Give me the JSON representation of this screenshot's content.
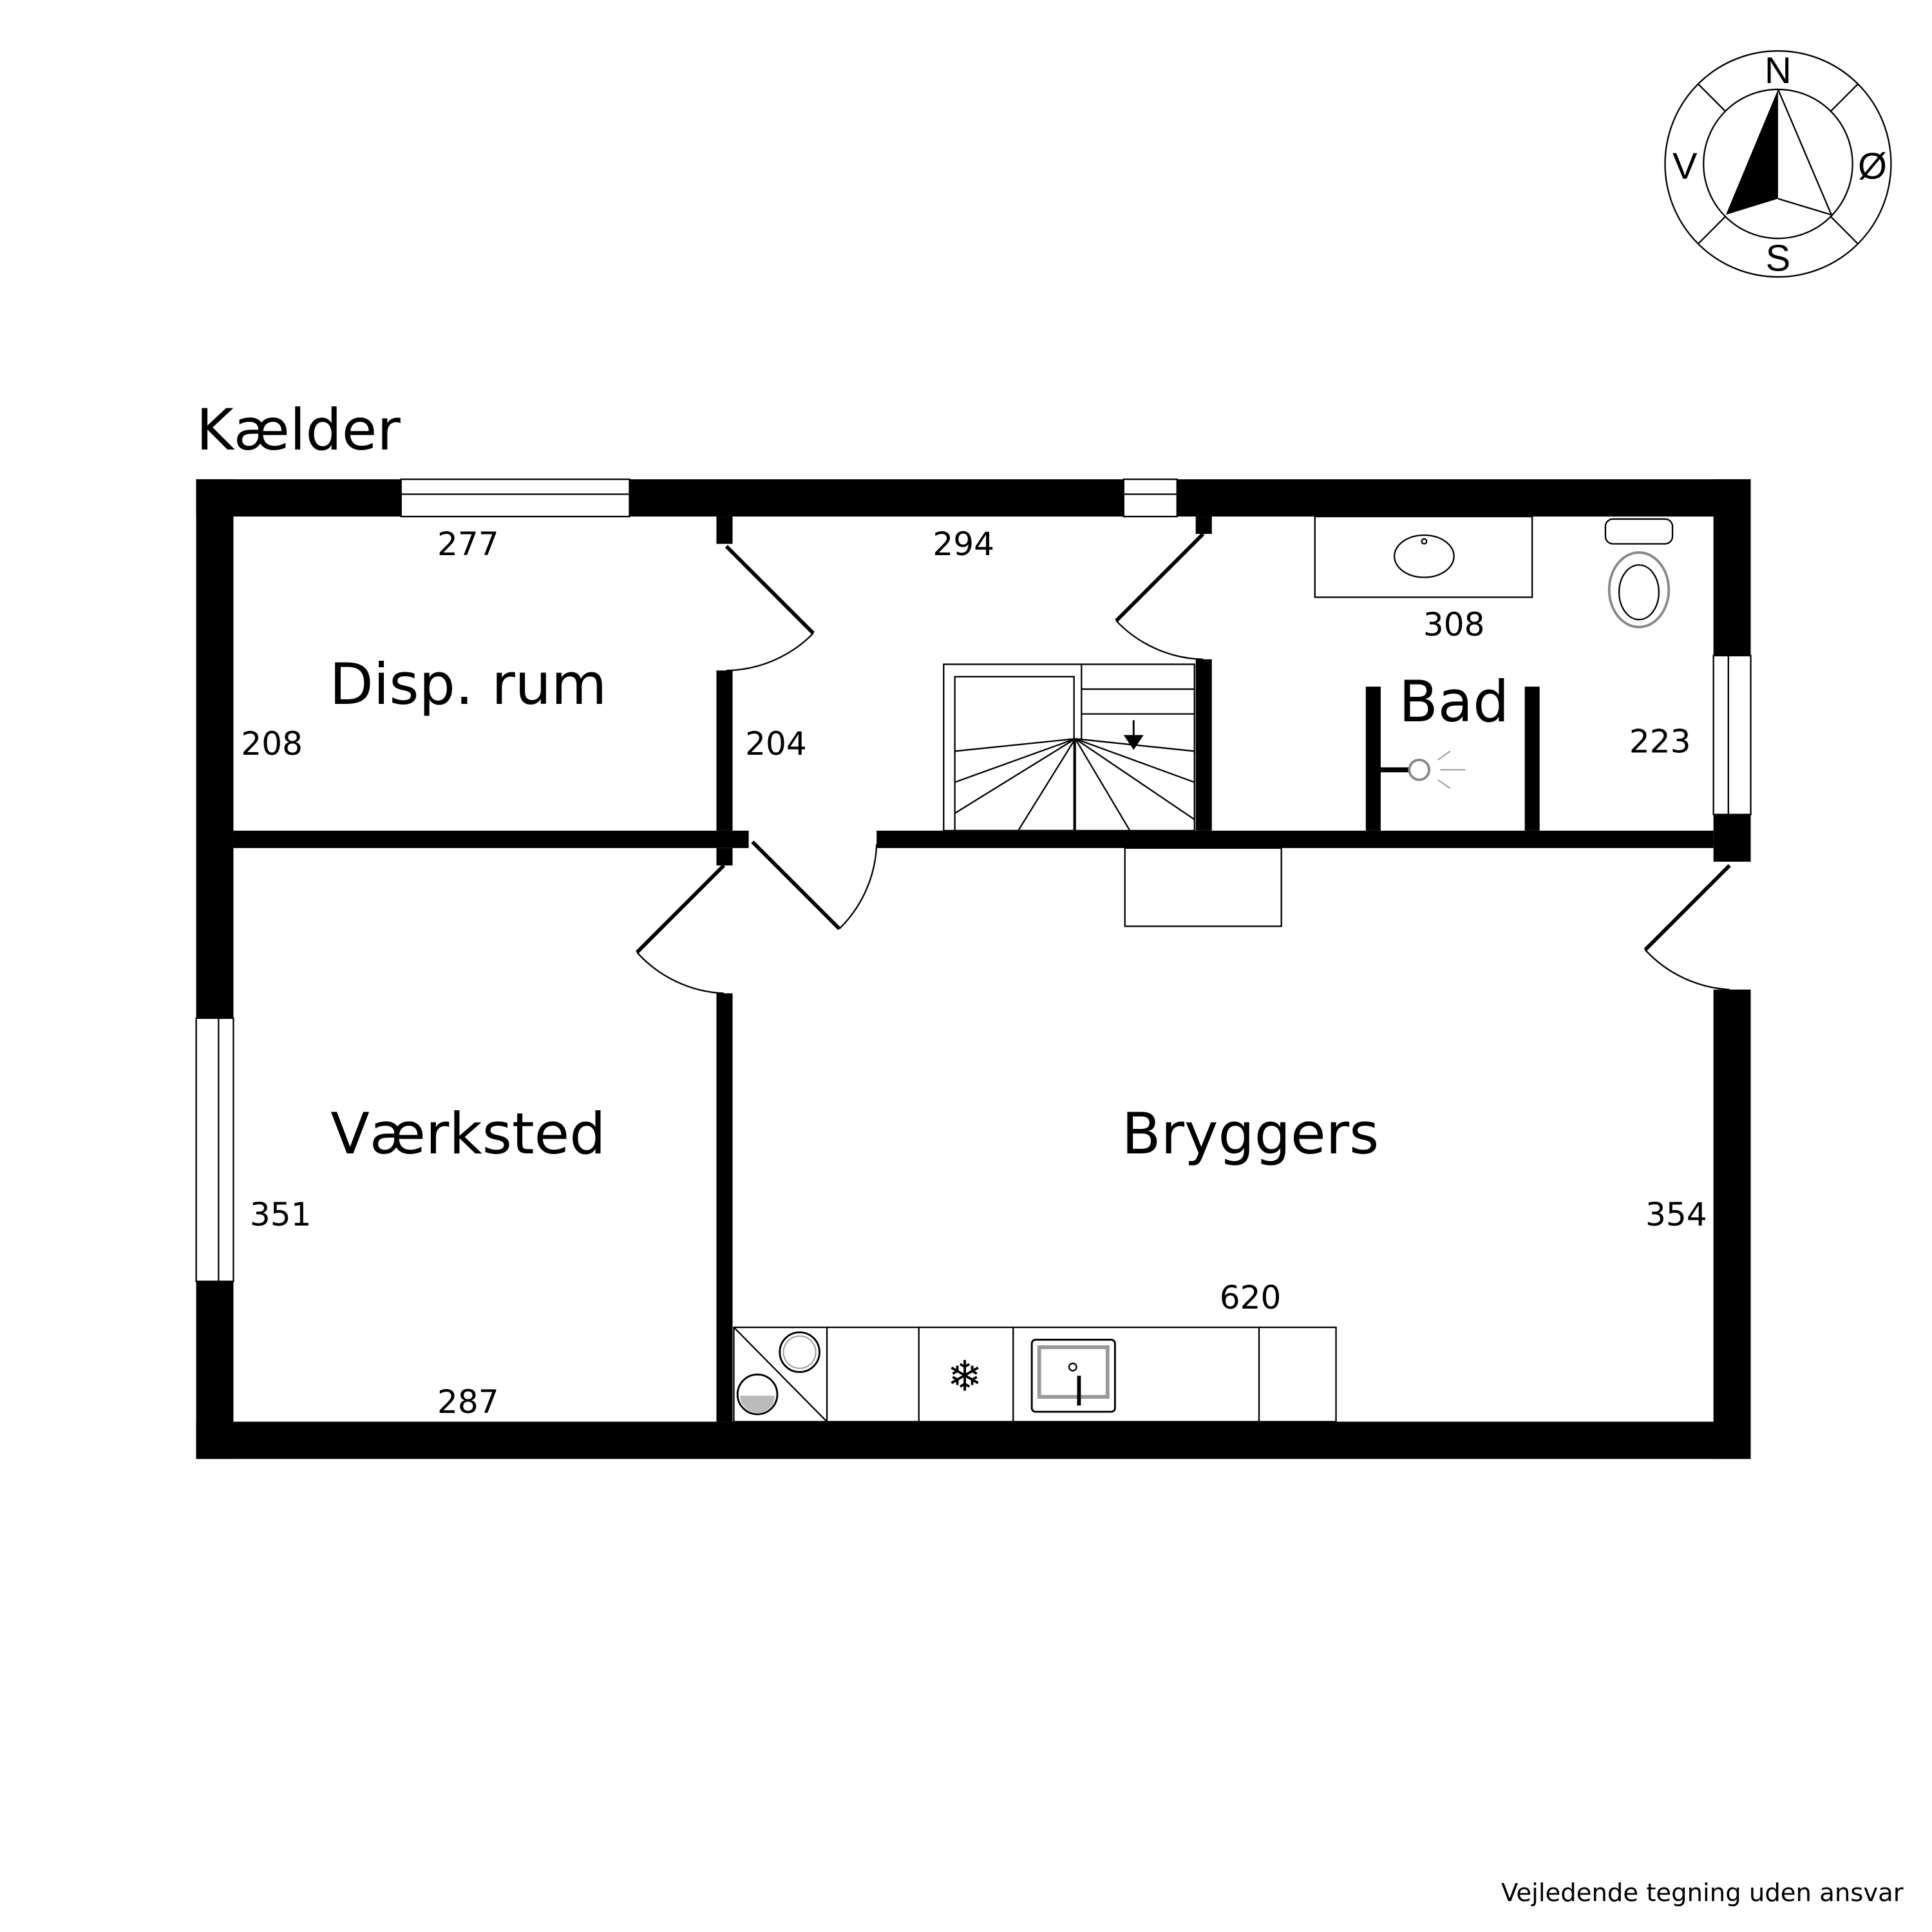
{
  "title": "Kælder",
  "rooms": {
    "disp_rum": "Disp. rum",
    "vaerksted": "Værksted",
    "bryggers": "Bryggers",
    "bad": "Bad"
  },
  "dimensions": {
    "d277": "277",
    "d294": "294",
    "d308": "308",
    "d208": "208",
    "d204": "204",
    "d223": "223",
    "d351": "351",
    "d354": "354",
    "d620": "620",
    "d287": "287"
  },
  "compass": {
    "north": "N",
    "south": "S",
    "east": "Ø",
    "west": "V"
  },
  "fixtures": {
    "freezer_icon": "❄"
  },
  "disclaimer": "Vejledende tegning uden ansvar"
}
